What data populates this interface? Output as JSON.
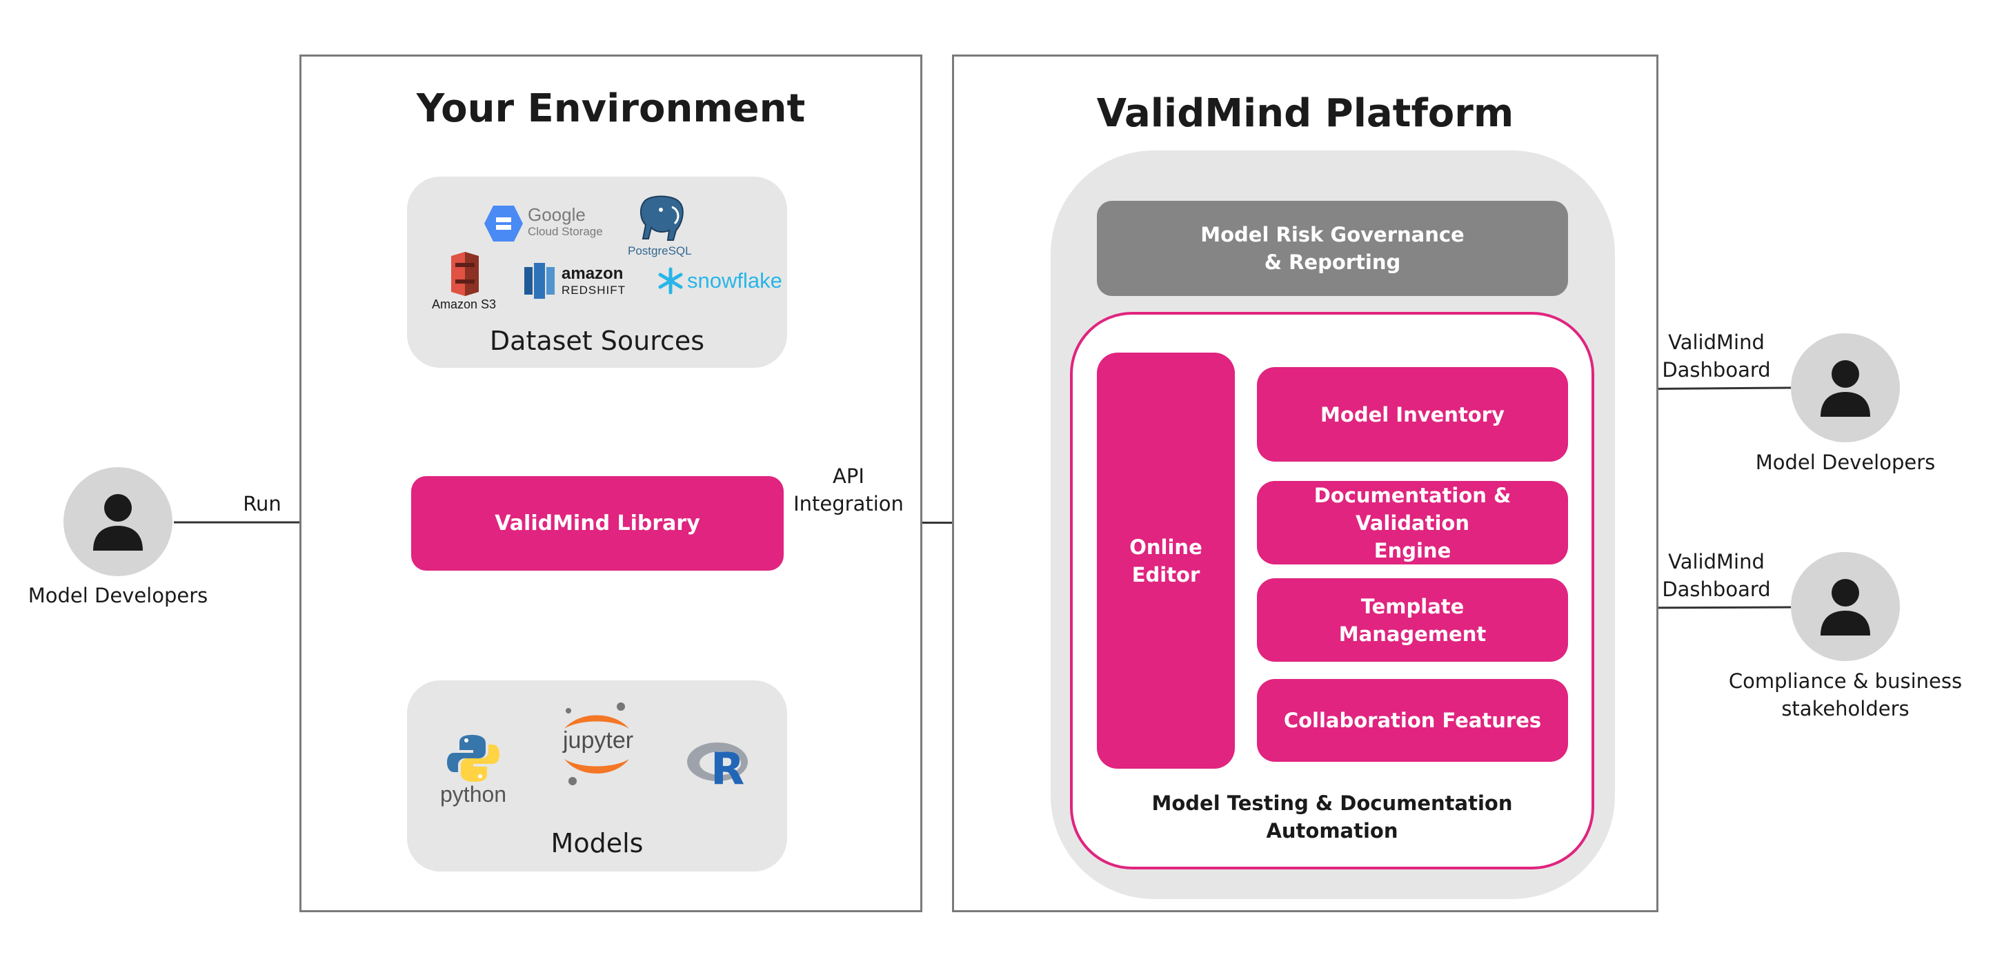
{
  "left_panel": {
    "title": "Your Environment"
  },
  "right_panel": {
    "title": "ValidMind Platform"
  },
  "dataset_sources": {
    "label": "Dataset Sources",
    "logos": [
      {
        "icon": "google-cloud-storage-logo",
        "line1": "Google",
        "line2": "Cloud Storage"
      },
      {
        "icon": "postgresql-logo",
        "text": "PostgreSQL"
      },
      {
        "icon": "amazon-s3-logo",
        "text": "Amazon S3"
      },
      {
        "icon": "amazon-redshift-logo",
        "line1": "amazon",
        "line2": "REDSHIFT"
      },
      {
        "icon": "snowflake-logo",
        "text": "snowflake"
      }
    ]
  },
  "models": {
    "label": "Models",
    "logos": [
      {
        "icon": "python-logo",
        "text": "python"
      },
      {
        "icon": "jupyter-logo",
        "text": "jupyter"
      },
      {
        "icon": "r-logo",
        "text": "R"
      }
    ]
  },
  "library": {
    "label": "ValidMind Library"
  },
  "governance": {
    "label": "Model Risk Governance\n& Reporting"
  },
  "automation": {
    "label": "Model Testing & Documentation\nAutomation",
    "editor": "Online\nEditor",
    "features": [
      "Model Inventory",
      "Documentation & Validation\nEngine",
      "Template\nManagement",
      "Collaboration Features"
    ]
  },
  "actors": {
    "left": {
      "label": "Model Developers"
    },
    "right_top": {
      "label": "Model Developers"
    },
    "right_bottom": {
      "label": "Compliance & business\nstakeholders"
    }
  },
  "edges": {
    "run": "Run",
    "api": "API\nIntegration",
    "dashboard_top": "ValidMind\nDashboard",
    "dashboard_bottom": "ValidMind\nDashboard"
  },
  "colors": {
    "accent_pink": "#e0247f",
    "governance_grey": "#858585",
    "card_grey": "#e6e6e6",
    "panel_border": "#7a7a7a"
  }
}
